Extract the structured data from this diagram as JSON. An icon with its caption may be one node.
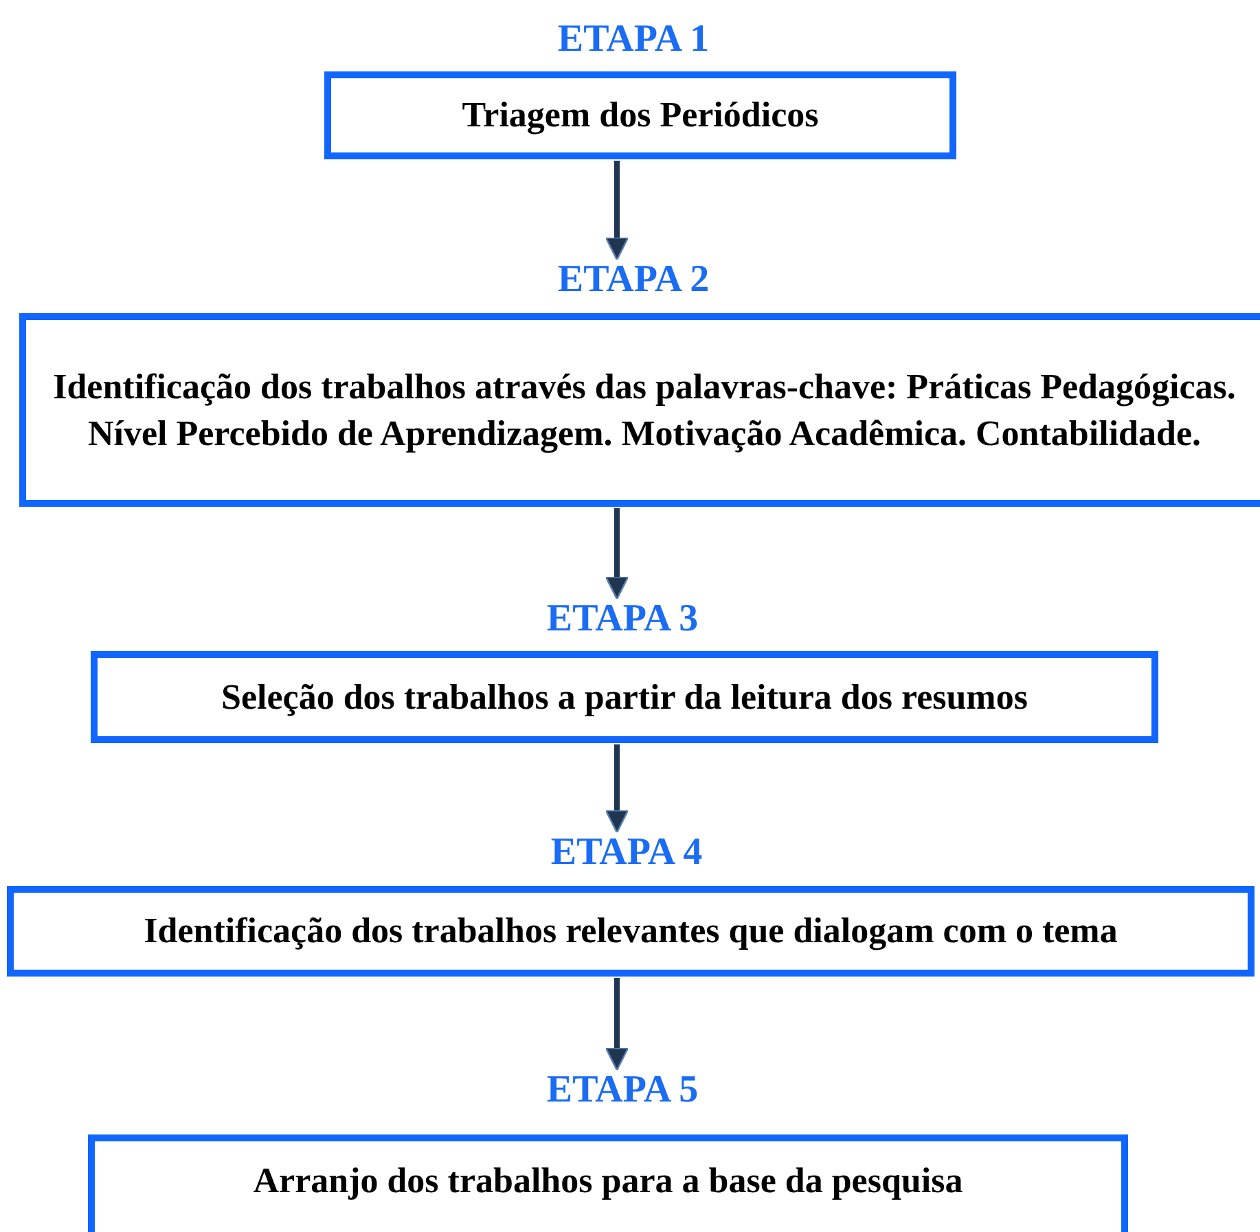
{
  "diagram": {
    "nodes": [
      {
        "text": [
          "ETAPA 1",
          "Triagem dos Periódicos"
        ]
      },
      {
        "text": [
          "ETAPA 2",
          "Identificação dos trabalhos através das palavras-chave: Práticas Pedagógicas. Nível Percebido de Aprendizagem. Motivação Acadêmica. Contabilidade."
        ]
      },
      {
        "text": [
          "ETAPA 3",
          "Seleção dos trabalhos a partir da leitura dos resumos"
        ]
      },
      {
        "text": [
          "ETAPA 4",
          "Identificação dos trabalhos relevantes que dialogam com o tema"
        ]
      },
      {
        "text": [
          "ETAPA 5",
          "Arranjo dos trabalhos para a base da pesquisa"
        ]
      }
    ],
    "edges": [
      {
        "from": 0,
        "to": 1,
        "arrow": "to"
      },
      {
        "from": 1,
        "to": 2,
        "arrow": "to"
      },
      {
        "from": 2,
        "to": 3,
        "arrow": "to"
      },
      {
        "from": 3,
        "to": 4,
        "arrow": "to"
      }
    ]
  }
}
